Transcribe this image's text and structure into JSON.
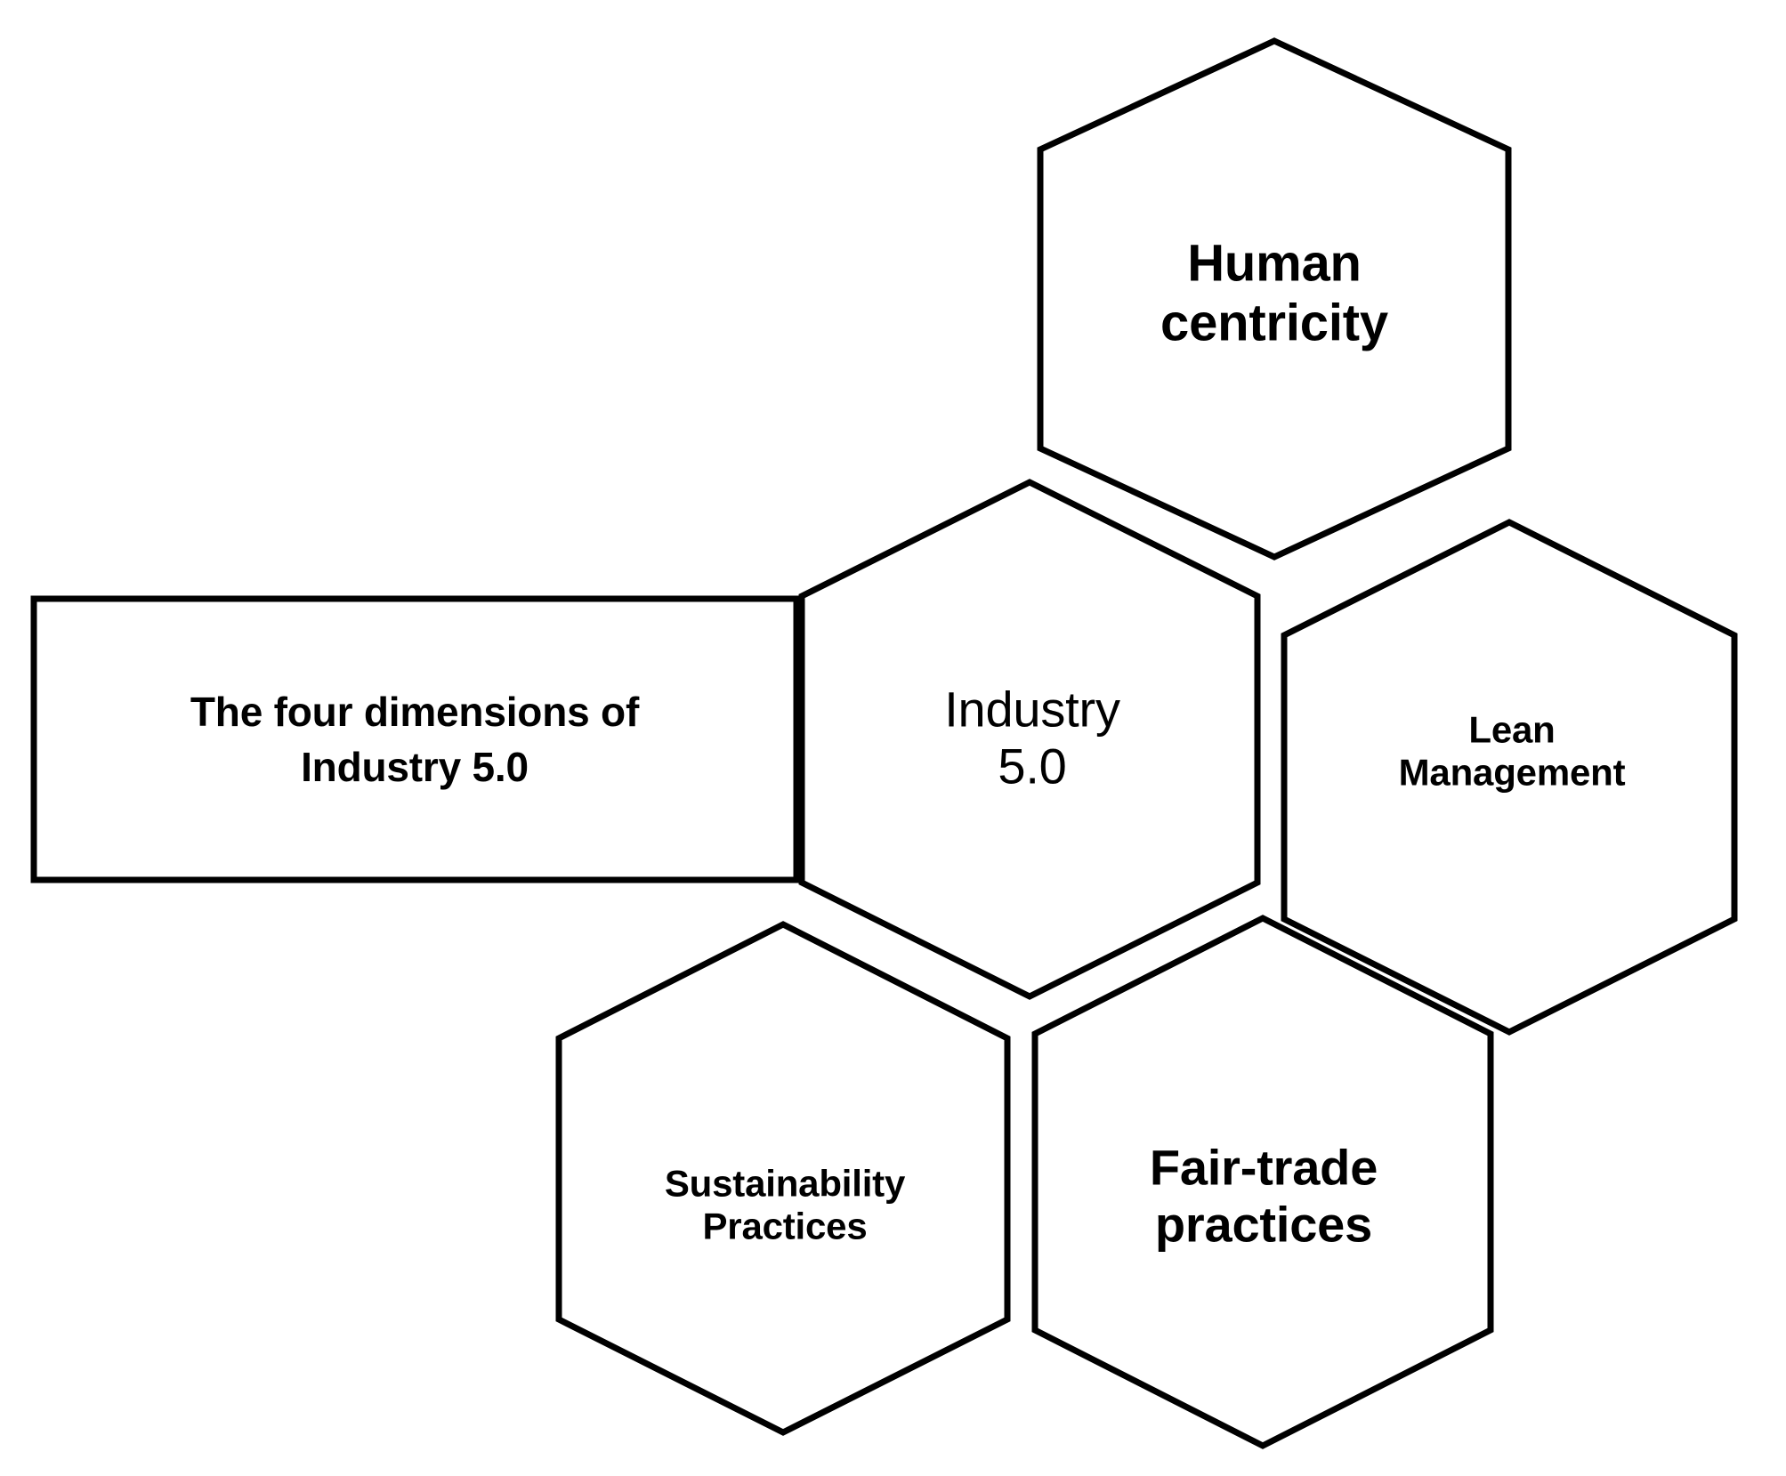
{
  "diagram": {
    "title_box": {
      "text": "The four dimensions of\nIndustry 5.0",
      "shape": "rectangle"
    },
    "center_node": {
      "label": "Industry\n5.0",
      "shape": "hexagon"
    },
    "nodes": [
      {
        "id": "human-centricity",
        "label": "Human\ncentricity",
        "shape": "hexagon",
        "position": "top"
      },
      {
        "id": "lean-management",
        "label": "Lean\nManagement",
        "shape": "hexagon",
        "position": "right"
      },
      {
        "id": "sustainability-practices",
        "label": "Sustainability\nPractices",
        "shape": "hexagon",
        "position": "bottom-left"
      },
      {
        "id": "fair-trade-practices",
        "label": "Fair-trade\npractices",
        "shape": "hexagon",
        "position": "bottom-right"
      }
    ],
    "colors": {
      "stroke": "#000000",
      "fill": "#ffffff",
      "text": "#000000",
      "background": "#ffffff"
    }
  }
}
